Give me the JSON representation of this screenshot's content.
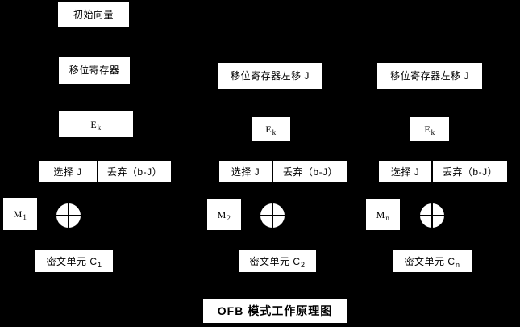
{
  "diagram": {
    "title": "OFB 模式工作原理图",
    "background_color": "#000000",
    "box_color": "#ffffff",
    "text_color": "#000000",
    "initial_vector": "初始向量",
    "columns": [
      {
        "id": "col-1",
        "shift_register": "移位寄存器",
        "encrypt": "E",
        "encrypt_sub": "k",
        "select": "选择 J",
        "discard": "丢弃（b-J）",
        "plaintext": "M",
        "plaintext_sub": "1",
        "xor": "xor-circle-icon",
        "ciphertext": "密文单元 C",
        "ciphertext_sub": "1"
      },
      {
        "id": "col-2",
        "shift_register": "移位寄存器左移 J",
        "encrypt": "E",
        "encrypt_sub": "k",
        "select": "选择 J",
        "discard": "丢弃（b-J）",
        "plaintext": "M",
        "plaintext_sub": "2",
        "xor": "xor-circle-icon",
        "ciphertext": "密文单元 C",
        "ciphertext_sub": "2"
      },
      {
        "id": "col-3",
        "shift_register": "移位寄存器左移 J",
        "encrypt": "E",
        "encrypt_sub": "k",
        "select": "选择 J",
        "discard": "丢弃（b-J）",
        "plaintext": "M",
        "plaintext_sub": "n",
        "xor": "xor-circle-icon",
        "ciphertext": "密文单元 C",
        "ciphertext_sub": "n"
      }
    ]
  }
}
